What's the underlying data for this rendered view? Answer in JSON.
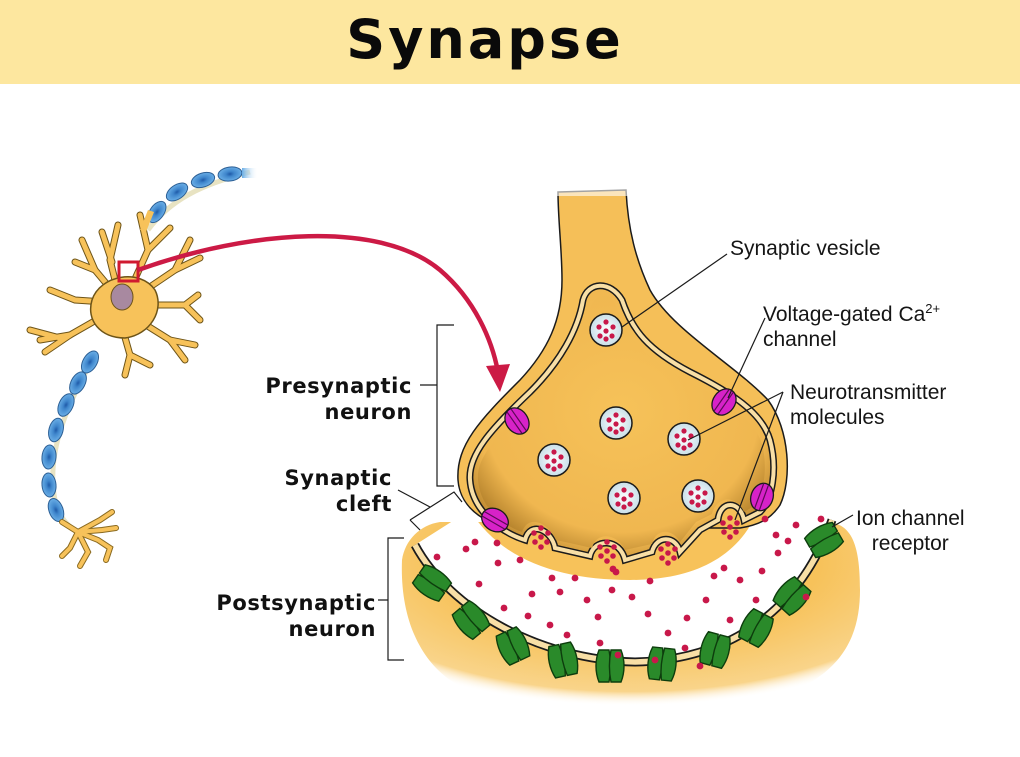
{
  "header": {
    "title": "Synapse",
    "background": "#fde79f"
  },
  "colors": {
    "cytoplasm": "#f7c25a",
    "membrane": "#f8dfa6",
    "outline": "#1b1b1b",
    "vesicle_fill": "#e8f1f5",
    "neurotransmitter": "#c8184a",
    "ca_channel": "#d722c8",
    "receptor": "#2a8a2a",
    "arrow": "#cc1a45",
    "myelin": "#4a90d0",
    "nucleus": "#a889a0"
  },
  "labels": {
    "synaptic_vesicle": "Synaptic vesicle",
    "voltage_gated": {
      "line1": "Voltage-gated Ca",
      "superscript": "2+",
      "line2": "channel"
    },
    "neurotransmitter": {
      "line1": "Neurotransmitter",
      "line2": "molecules"
    },
    "ion_channel": {
      "line1": "Ion channel",
      "line2": "receptor"
    },
    "presynaptic": {
      "line1": "Presynaptic",
      "line2": "neuron"
    },
    "synaptic_cleft": {
      "line1": "Synaptic",
      "line2": "cleft"
    },
    "postsynaptic": {
      "line1": "Postsynaptic",
      "line2": "neuron"
    }
  }
}
